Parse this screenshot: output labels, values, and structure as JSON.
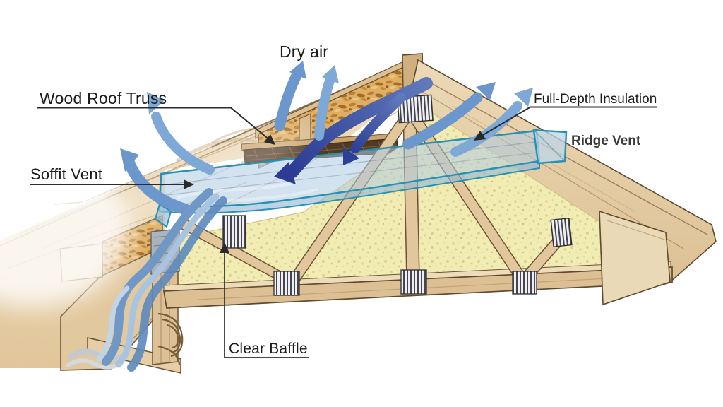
{
  "diagram": {
    "type": "roof-ventilation-cutaway",
    "labels": {
      "dry_air": "Dry air",
      "wood_roof_truss": "Wood Roof Truss",
      "soffit_vent": "Soffit Vent",
      "full_depth_insulation": "Full-Depth Insulation",
      "ridge_vent": "Ridge Vent",
      "clear_baffle": "Clear Baffle"
    },
    "airflow": {
      "fresh_air_color": "#6b97cd",
      "moist_air_color": "#2c3c95",
      "arrows": [
        "soffit-intake-arrow-1",
        "soffit-intake-arrow-2",
        "dry-air-exhaust-arrow-1",
        "dry-air-exhaust-arrow-2",
        "ridge-exhaust-arrow-1",
        "ridge-exhaust-arrow-2",
        "attic-moist-air-arrow-1",
        "attic-moist-air-arrow-2"
      ]
    },
    "palette": {
      "background": "#ffffff",
      "wood_light": "#eedfc2",
      "wood_mid": "#e3cba1",
      "wood_dark": "#cfae80",
      "outline_brown": "#5f4a2f",
      "osb_chips": "#c9943f",
      "insulation_yellow": "#f1ecb4",
      "baffle_blue": "#aecbe2",
      "baffle_edge_teal": "#2791b3",
      "connector_plate": "#f2f2f5",
      "label_text": "#1b1b1b"
    }
  }
}
